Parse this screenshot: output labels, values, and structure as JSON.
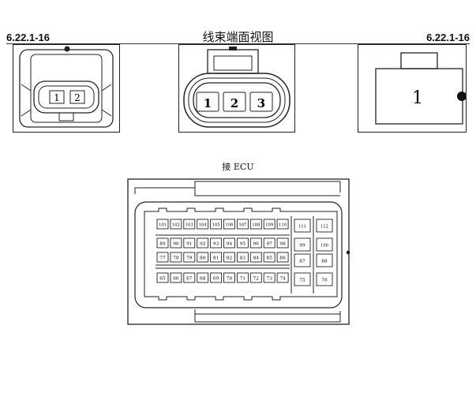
{
  "header": {
    "left_code": "6.22.1-16",
    "title": "线束端面视图",
    "right_code": "6.22.1-16"
  },
  "connector_a": {
    "pins": [
      "1",
      "2"
    ]
  },
  "connector_b": {
    "pins": [
      "1",
      "2",
      "3"
    ]
  },
  "connector_c": {
    "pins": [
      "1"
    ]
  },
  "ecu": {
    "label": "接 ECU",
    "rows": [
      [
        "101",
        "102",
        "103",
        "104",
        "105",
        "106",
        "107",
        "108",
        "109",
        "110"
      ],
      [
        "89",
        "90",
        "91",
        "92",
        "93",
        "94",
        "95",
        "96",
        "97",
        "98"
      ],
      [
        "77",
        "78",
        "79",
        "80",
        "81",
        "82",
        "83",
        "84",
        "85",
        "86"
      ],
      [
        "65",
        "66",
        "67",
        "68",
        "69",
        "70",
        "71",
        "72",
        "73",
        "74"
      ]
    ],
    "side_pins": [
      [
        "111",
        "112"
      ],
      [
        "99",
        "100"
      ],
      [
        "87",
        "88"
      ],
      [
        "75",
        "76"
      ]
    ]
  }
}
